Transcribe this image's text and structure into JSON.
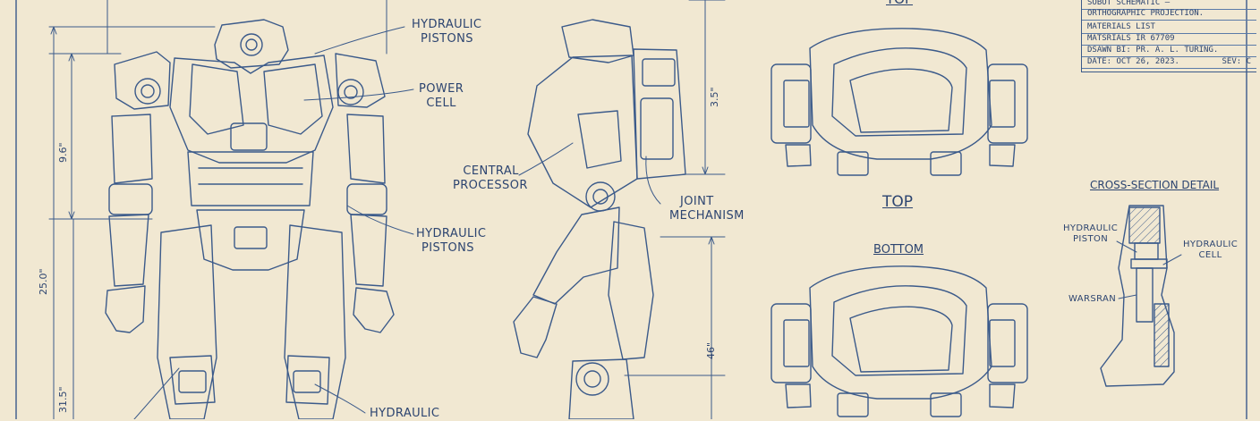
{
  "title_block": {
    "line1": "SOBOT SCHEMATIC –",
    "line2": "ORTHOGRAPHIC PROJECTION.",
    "line3": "MATERIALS LIST",
    "line4": "MATSRIALS IR 67709",
    "line5": "DSAWN BI: PR. A. L. TURING.",
    "line6": "DATE: OCT 26, 2023.",
    "rev": "SEV: C"
  },
  "front_view": {
    "label_hydraulic_top": [
      "HYDRAULIC",
      "PISTONS"
    ],
    "label_power_cell": [
      "POWER",
      "CELL"
    ],
    "label_hydraulic_mid": [
      "HYDRAULIC",
      "PISTONS"
    ],
    "label_hydraulic_bottom": "HYDRAULIC",
    "dim_torso": "9.6\"",
    "dim_height": "25.0\"",
    "dim_leg": "31.5\""
  },
  "side_view": {
    "label_central_processor": [
      "CENTRAL",
      "PROCESSOR"
    ],
    "label_joint_mechanism": [
      "JOINT",
      "MECHANISM"
    ],
    "dim_upper": "3.5\"",
    "dim_lower": "46\""
  },
  "top_views": {
    "title_top_cut": "TOP",
    "title_top": "TOP",
    "title_bottom": "BOTTOM"
  },
  "cross_section": {
    "title": "CROSS-SECTION DETAIL",
    "label_piston": [
      "HYDRAULIC",
      "PISTON"
    ],
    "label_cell": [
      "HYDRAULIC",
      "CELL"
    ],
    "label_warp": "WARSRAN"
  }
}
